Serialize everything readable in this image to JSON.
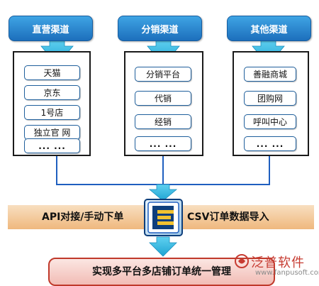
{
  "channels": [
    {
      "title": "直营渠道",
      "items": [
        "天猫",
        "京东",
        "1号店",
        "独立官 网",
        "... ..."
      ]
    },
    {
      "title": "分销渠道",
      "items": [
        "分销平台",
        "代销",
        "经销",
        "... ..."
      ]
    },
    {
      "title": "其他渠道",
      "items": [
        "善融商城",
        "团购网",
        "呼叫中心",
        "... ..."
      ]
    }
  ],
  "integration": {
    "left_text": "API对接/手动下单",
    "right_text": "CSV订单数据导入",
    "logo_letter": "E"
  },
  "result": {
    "text": "实现多平台多店铺订单统一管理"
  },
  "brand": {
    "name": "泛普软件",
    "url": "www.fanpusoft.com"
  },
  "colors": {
    "header_blue": "#1d6fbc",
    "arrow_cyan": "#2cb6df",
    "api_bar_orange": "#efb87e",
    "result_pink": "#f2bcb5",
    "result_border": "#c0392b",
    "brand_red": "#c73c32"
  }
}
